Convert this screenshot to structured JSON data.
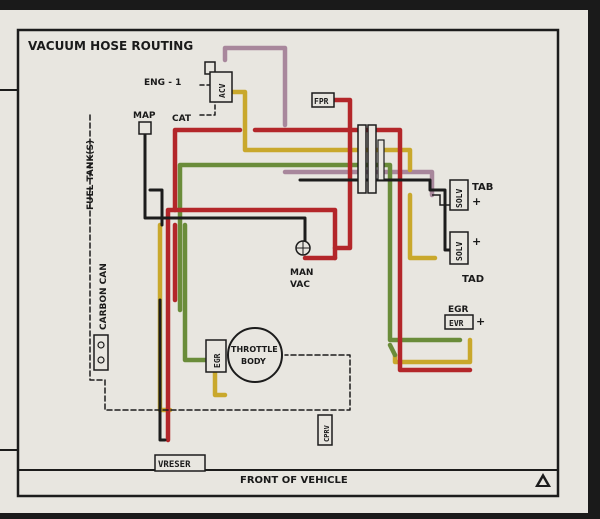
{
  "title": "VACUUM HOSE ROUTING",
  "footer": "FRONT OF VEHICLE",
  "labels": {
    "eng1": "ENG - 1",
    "acv": "ACV",
    "cat": "CAT",
    "map": "MAP",
    "fpr": "FPR",
    "fuel_tanks": "FUEL TANK(S)",
    "carbon_can": "CARBON CAN",
    "tab": "TAB",
    "tad": "TAD",
    "solv": "SOLV",
    "man": "MAN",
    "vac": "VAC",
    "egr": "EGR",
    "evr": "EVR",
    "throttle": "THROTTLE",
    "body": "BODY",
    "cprv": "CPRV",
    "vreser": "VRESER"
  },
  "colors": {
    "red": "#b3262a",
    "green": "#6a8c3a",
    "yellow": "#c9a82c",
    "purple": "#a8879c",
    "black": "#1c1c1c",
    "panel": "#e8e6e0"
  },
  "legend_icon": "warning-triangle-icon"
}
